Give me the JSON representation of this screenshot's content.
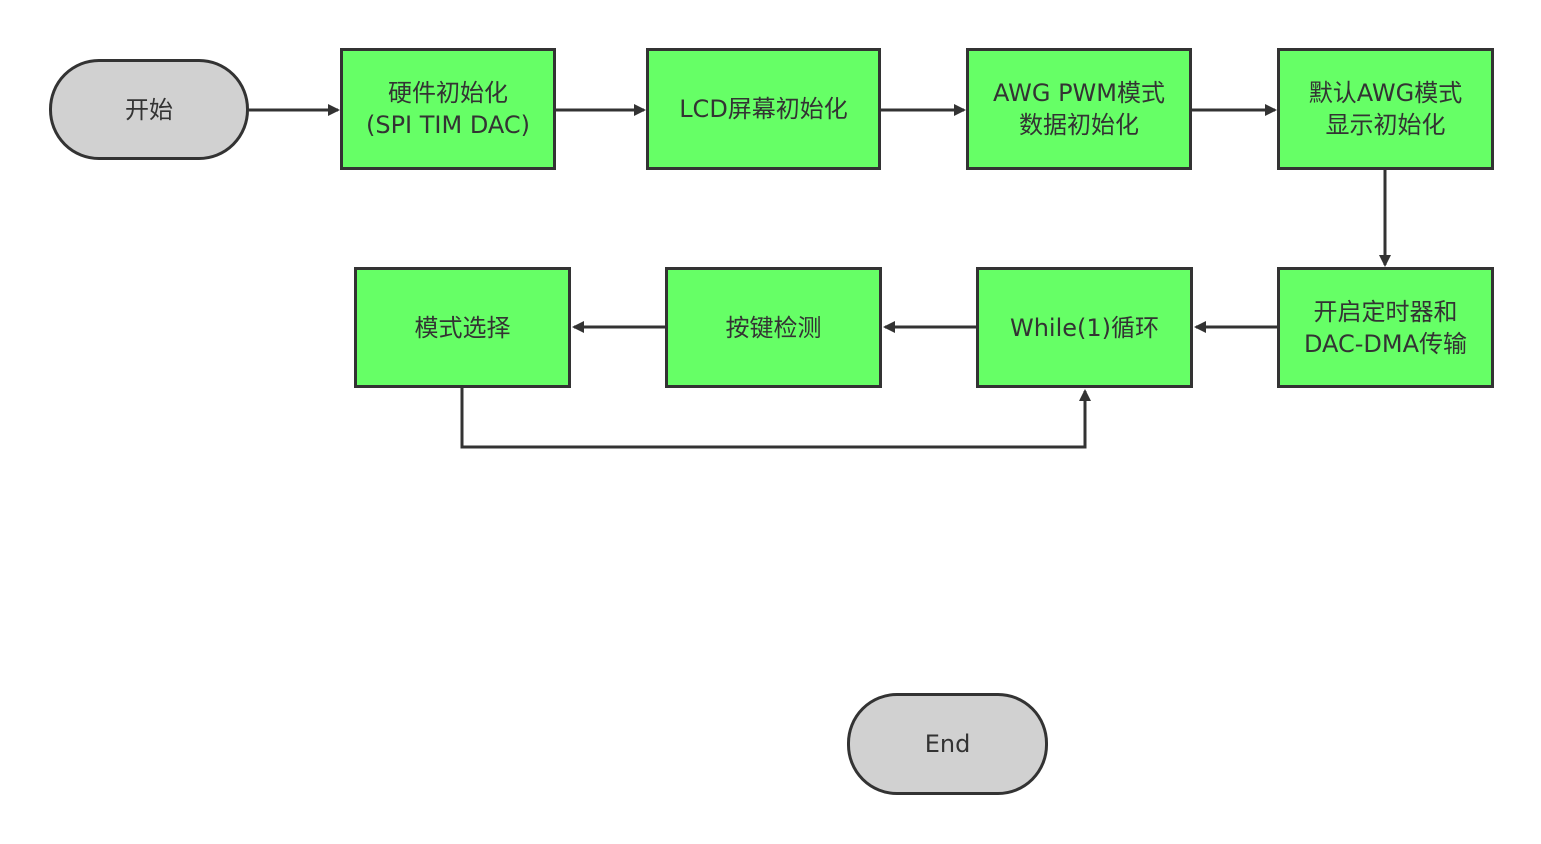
{
  "colors": {
    "process_fill": "#66ff66",
    "terminal_fill": "#d1d1d1",
    "stroke": "#333333",
    "text": "#333333"
  },
  "nodes": {
    "start": {
      "label": "开始"
    },
    "hw_init": {
      "lines": [
        "硬件初始化",
        "(SPI TIM DAC)"
      ]
    },
    "lcd_init": {
      "label": "LCD屏幕初始化"
    },
    "awg_pwm_init": {
      "lines": [
        "AWG PWM模式",
        "数据初始化"
      ]
    },
    "default_awg_display": {
      "lines": [
        "默认AWG模式",
        "显示初始化"
      ]
    },
    "timer_dma": {
      "lines": [
        "开启定时器和",
        "DAC-DMA传输"
      ]
    },
    "while_loop": {
      "label": "While(1)循环"
    },
    "key_detect": {
      "label": "按键检测"
    },
    "mode_select": {
      "label": "模式选择"
    },
    "end": {
      "label": "End"
    }
  },
  "edges": [
    {
      "from": "start",
      "to": "hw_init"
    },
    {
      "from": "hw_init",
      "to": "lcd_init"
    },
    {
      "from": "lcd_init",
      "to": "awg_pwm_init"
    },
    {
      "from": "awg_pwm_init",
      "to": "default_awg_display"
    },
    {
      "from": "default_awg_display",
      "to": "timer_dma"
    },
    {
      "from": "timer_dma",
      "to": "while_loop"
    },
    {
      "from": "while_loop",
      "to": "key_detect"
    },
    {
      "from": "key_detect",
      "to": "mode_select"
    },
    {
      "from": "mode_select",
      "to": "while_loop"
    }
  ]
}
